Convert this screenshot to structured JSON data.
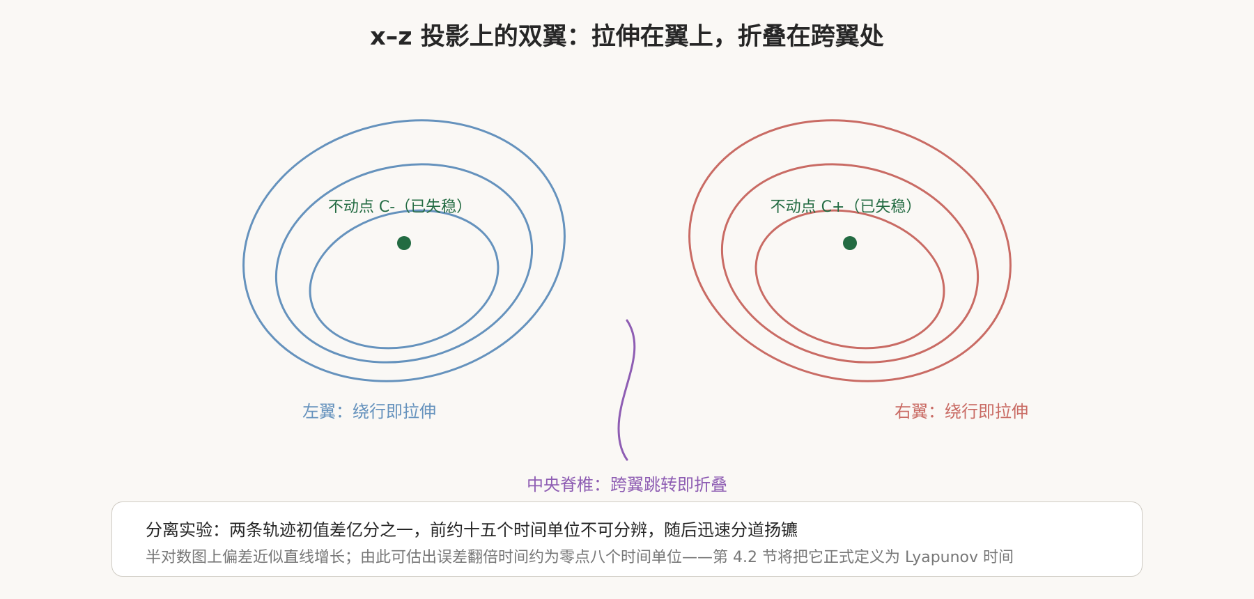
{
  "title": "x–z 投影上的双翼：拉伸在翼上，折叠在跨翼处",
  "left_wing": {
    "fixed_point_label": "不动点 C-（已失稳）",
    "caption": "左翼：绕行即拉伸",
    "color": "#6592bd"
  },
  "right_wing": {
    "fixed_point_label": "不动点 C+（已失稳）",
    "caption": "右翼：绕行即拉伸",
    "color": "#c96b64"
  },
  "spine": {
    "caption": "中央脊椎：跨翼跳转即折叠",
    "color": "#8e5db3"
  },
  "fixed_point_color": "#236b42",
  "note": {
    "main": "分离实验：两条轨迹初值差亿分之一，前约十五个时间单位不可分辨，随后迅速分道扬镳",
    "sub": "半对数图上偏差近似直线增长；由此可估出误差翻倍时间约为零点八个时间单位——第 4.2 节将把它正式定义为 Lyapunov 时间"
  }
}
